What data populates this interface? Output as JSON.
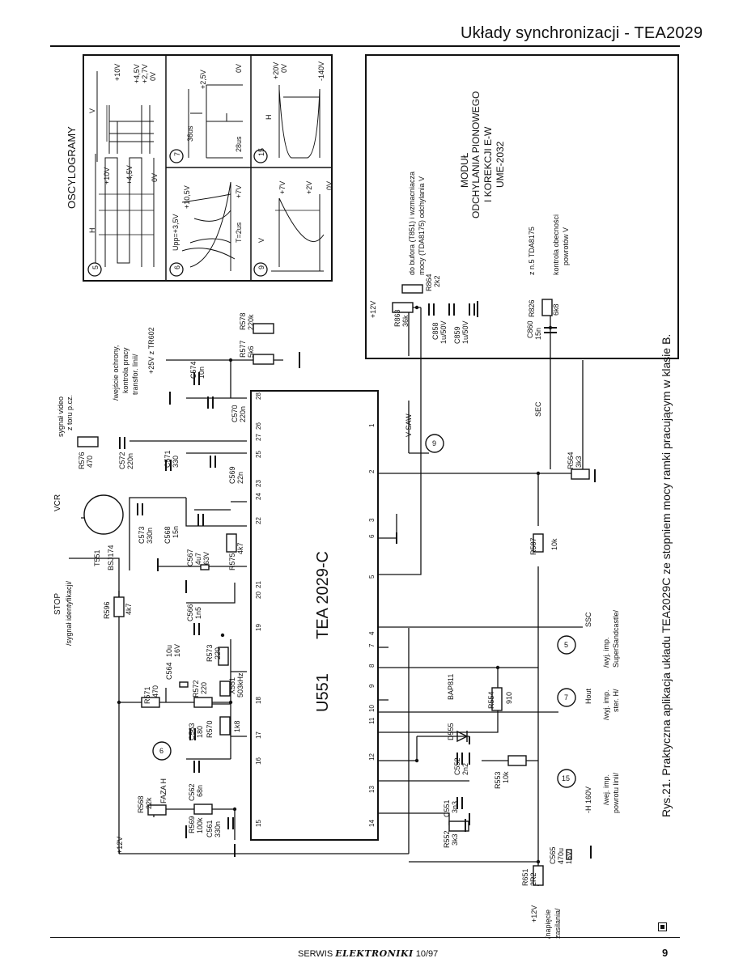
{
  "page": {
    "header": "Układy synchronizacji - TEA2029",
    "caption": "Rys.21. Praktyczna aplikacja układu TEA2029C ze stopniem mocy ramki pracującym w klasie B.",
    "footer_publication": "SERWIS",
    "footer_magazine": "ELEKTRONIKI",
    "footer_issue": "10/97",
    "page_number": "9"
  },
  "diagram": {
    "ic": {
      "ref": "U551",
      "name": "TEA 2029-C",
      "bottom_pins": [
        "15",
        "16",
        "17",
        "18",
        "19",
        "20",
        "21",
        "22",
        "23",
        "24",
        "25",
        "26",
        "27",
        "28"
      ],
      "top_pins": [
        "14",
        "13",
        "12",
        "11",
        "10",
        "9",
        "8",
        "7",
        "4",
        "5",
        "6",
        "3",
        "2",
        "1"
      ]
    },
    "oscillograms": {
      "title": "OSCYLOGRAMY",
      "panel5": {
        "num": "5",
        "sig": "H",
        "v1": "+10V",
        "v2": "+4,5V",
        "v3": "0V"
      },
      "panel5b": {
        "sig": "V",
        "v1": "+10V",
        "v2": "+4,5V",
        "v3": "+2,7V",
        "v4": "0V"
      },
      "panel6": {
        "num": "6",
        "v1": "Upp=+3,5V",
        "v2": "+10,5V",
        "v3": "+7V",
        "t": "T=2us"
      },
      "panel7": {
        "num": "7",
        "t1": "36us",
        "t2": "28us",
        "v1": "+2,5V",
        "v2": "0V"
      },
      "panel9": {
        "num": "9",
        "sig": "V",
        "v1": "+7V",
        "v2": "+2V",
        "v3": "0V"
      },
      "panel15": {
        "num": "15",
        "sig": "H",
        "v1": "+20V",
        "v2": "0V",
        "v3": "-140V"
      }
    },
    "module": {
      "line1": "MODUŁ",
      "line2": "ODCHYLANIA PIONOWEGO",
      "line3": "I KOREKCJI E-W",
      "line4": "UME-2032",
      "note1": "do bufora (T851) i wzmacniacza",
      "note2": "mocy (TDA8175) odchylania V",
      "note3": "z n.5 TDA8175",
      "note4": "kontrola obecności",
      "note5": "powrotów V"
    },
    "components": {
      "r863": "R863",
      "r863v": "36k",
      "r864": "R864",
      "r864v": "2k2",
      "c858": "C858",
      "c858v": "1u/50V",
      "c859": "C859",
      "c859v": "1u/50V",
      "c860": "C860",
      "c860v": "15n",
      "r826": "R826",
      "r826v": "6k8",
      "r578": "R578",
      "r578v": "220k",
      "r577": "R577",
      "r577v": "5k6",
      "c574": "C574",
      "c574v": "10n",
      "c570": "C570",
      "c570v": "220n",
      "r576": "R576",
      "r576v": "470",
      "c572": "C572",
      "c572v": "220n",
      "c571": "C571",
      "c571v": "330",
      "c569": "C569",
      "c569v": "22n",
      "t551": "T551",
      "t551v": "BSJ174",
      "c573": "C573",
      "c573v": "330n",
      "c568": "C568",
      "c568v": "15n",
      "c567": "C567",
      "c567v": "4u7",
      "c567w": "63V",
      "r575": "R575",
      "r575v": "4k7",
      "r596": "R596",
      "r596v": "4k7",
      "c566": "C566",
      "c566v": "1n5",
      "r573": "R573",
      "r573v": "220",
      "x551": "X551",
      "x551v": "503kHz",
      "r571": "R571",
      "r571v": "470",
      "c564": "C564",
      "c564v": "10u",
      "c564w": "16V",
      "r572": "R572",
      "r572v": "220",
      "c563": "C563",
      "c563v": "180",
      "r570": "R570",
      "r570v": "1k8",
      "r568": "R568",
      "r568v": "22k",
      "faza": "FAZA H",
      "c562": "C562",
      "c562v": "68n",
      "r569": "R569",
      "r569v": "100k",
      "c561": "C561",
      "c561v": "330n",
      "r564": "R564",
      "r564v": "3k3",
      "r587": "R587",
      "r587v": "10k",
      "r554": "R554",
      "r554v": "910",
      "d555": "D555",
      "d555v": "BAP811",
      "c552": "C552",
      "c552v": "2n2",
      "r553": "R553",
      "r553v": "10k",
      "c551": "C551",
      "c551v": "3n3",
      "r552": "R552",
      "r552v": "3k3",
      "c565": "C565",
      "c565v": "470u",
      "c565w": "16V",
      "r651": "R651",
      "r651v": "2R2"
    },
    "signals": {
      "plus12a": "+12V",
      "plus12b": "+12V",
      "plus12c": "+12V",
      "plus25": "+25V z TR602",
      "ochrona1": "/wejście ochrony,",
      "ochrona2": "kontrola pracy",
      "ochrona3": "transfor. linii/",
      "video1": "sygnał video",
      "video2": "z toru p.cz.",
      "vcr": "VCR",
      "stop": "STOP",
      "stop2": "/sygnał identyfikacji/",
      "vsaw": "V-SAW",
      "sec": "SEC",
      "ssc": "SSC",
      "ssc2": "/wyj. imp.",
      "ssc3": "SuperSandcastle/",
      "hout": "Hout",
      "hout2": "/wyj. imp.",
      "hout3": "ster. H/",
      "h160": "-H 160V",
      "h160b": "/wej. imp.",
      "h160c": "powrotu linii/",
      "zasil1": "/napięcie",
      "zasil2": "zasilania/"
    },
    "probes": {
      "p5": "5",
      "p6": "6",
      "p7": "7",
      "p9": "9",
      "p15": "15"
    }
  }
}
